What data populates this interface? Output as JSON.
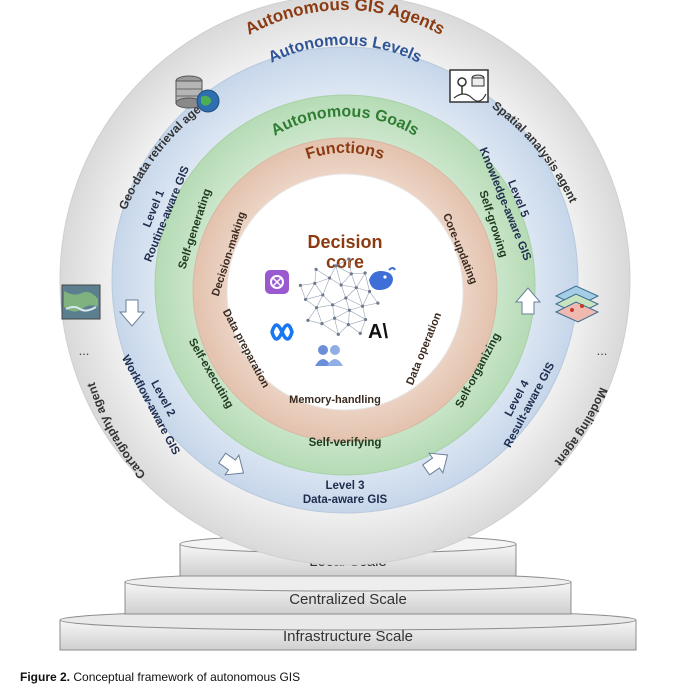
{
  "rings": {
    "agents": {
      "title": "Autonomous GIS Agents",
      "color": "#8B3A12"
    },
    "levels": {
      "title": "Autonomous Levels",
      "color": "#2F5597"
    },
    "goals": {
      "title": "Autonomous Goals",
      "color": "#2E7D32"
    },
    "functions": {
      "title": "Functions",
      "color": "#8B3A12"
    }
  },
  "agents": {
    "geo_data": "Geo-data retrieval agent",
    "spatial": "Spatial analysis agent",
    "modeling": "Modeling agent",
    "cartography": "Cartography agent",
    "ellipsis_left": "...",
    "ellipsis_right": "..."
  },
  "levels": {
    "level1": {
      "line1": "Level 1",
      "line2": "Routine-aware GIS"
    },
    "level2": {
      "line1": "Level 2",
      "line2": "Workflow-aware GIS"
    },
    "level3": {
      "line1": "Level 3",
      "line2": "Data-aware GIS"
    },
    "level4": {
      "line1": "Level 4",
      "line2": "Result-aware GIS"
    },
    "level5": {
      "line1": "Level 5",
      "line2": "Knowledge-aware GIS"
    }
  },
  "goals": {
    "self_generating": "Self-generating",
    "self_growing": "Self-growing",
    "self_executing": "Self-executing",
    "self_organizing": "Self-organizing",
    "self_verifying": "Self-verifying"
  },
  "functions": {
    "decision_making": "Decision-making",
    "core_updating": "Core-updating",
    "data_preparation": "Data preparation",
    "data_operation": "Data operation",
    "memory_handling": "Memory-handling"
  },
  "core": {
    "line1": "Decision",
    "line2": "core",
    "anthropic_mark": "A\\"
  },
  "scales": {
    "local": "Local Scale",
    "centralized": "Centralized Scale",
    "infrastructure": "Infrastructure Scale"
  },
  "caption": {
    "label": "Figure 2.",
    "text": " Conceptual framework of autonomous GIS"
  }
}
